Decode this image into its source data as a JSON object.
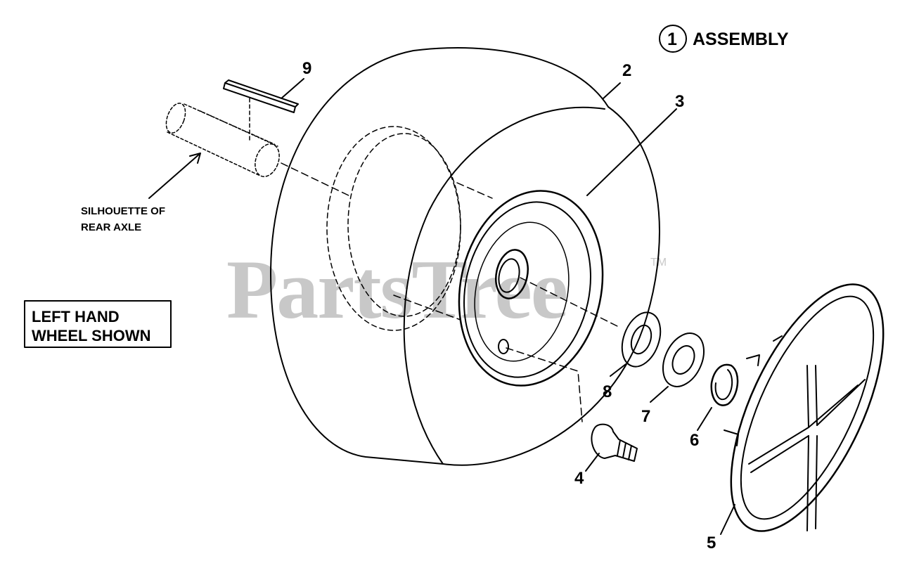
{
  "diagram": {
    "assembly": {
      "callout": "1",
      "label": "ASSEMBLY"
    },
    "note_box": {
      "line1": "LEFT HAND",
      "line2": "WHEEL SHOWN"
    },
    "axle_note": {
      "line1": "SILHOUETTE OF",
      "line2": "REAR AXLE"
    },
    "watermark": {
      "text": "PartsTree",
      "tm": "TM"
    },
    "callouts": [
      "2",
      "3",
      "4",
      "5",
      "6",
      "7",
      "8",
      "9"
    ],
    "colors": {
      "ink": "#000000",
      "watermark": "#c8c8c8",
      "background": "#ffffff"
    }
  }
}
